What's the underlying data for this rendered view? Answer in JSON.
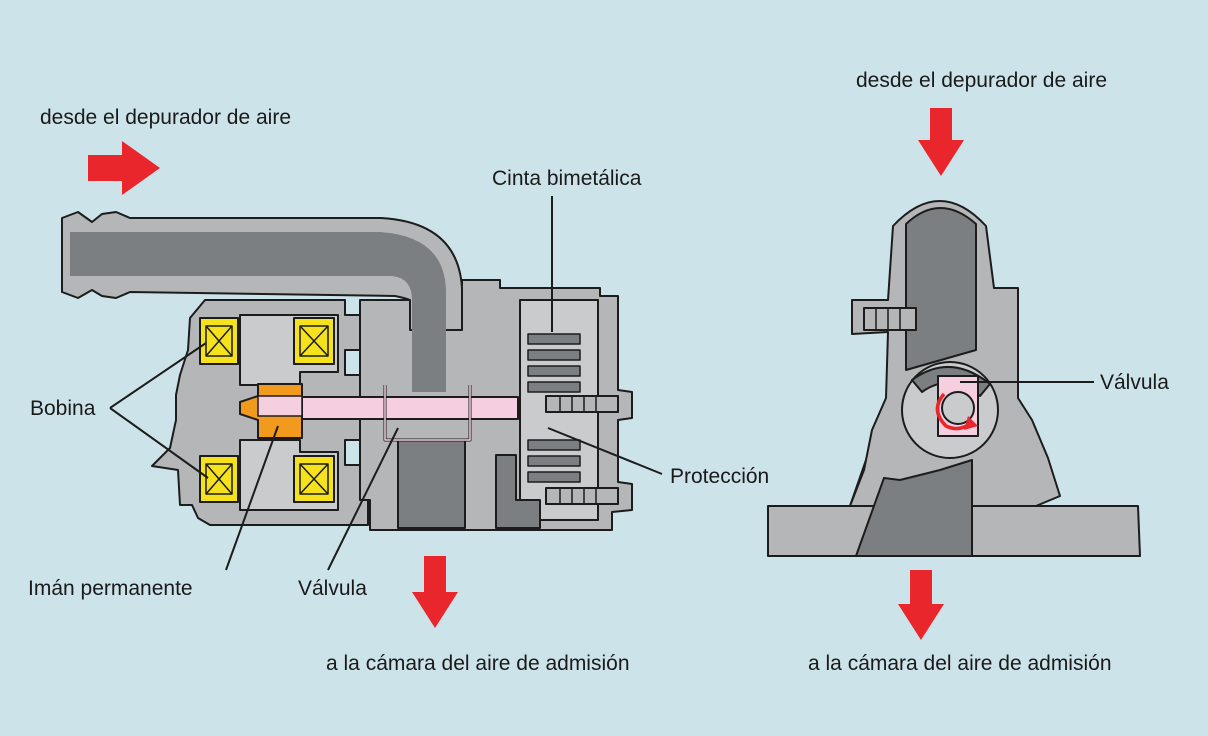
{
  "left_view": {
    "inlet_label": "desde el depurador de aire",
    "outlet_label": "a la cámara del aire de admisión",
    "callouts": {
      "bimetal": "Cinta bimetálica",
      "coil": "Bobina",
      "shield": "Protección",
      "magnet": "Imán permanente",
      "valve": "Válvula"
    }
  },
  "right_view": {
    "inlet_label": "desde el depurador de aire",
    "outlet_label": "a la cámara del aire de admisión",
    "callouts": {
      "valve": "Válvula"
    }
  },
  "colors": {
    "background": "#cde3ea",
    "housing": "#b4b6b8",
    "passage": "#7c7f82",
    "coil": "#f6e21c",
    "magnet": "#f29a1e",
    "valve": "#f5cfe0",
    "arrow": "#e8262b"
  }
}
